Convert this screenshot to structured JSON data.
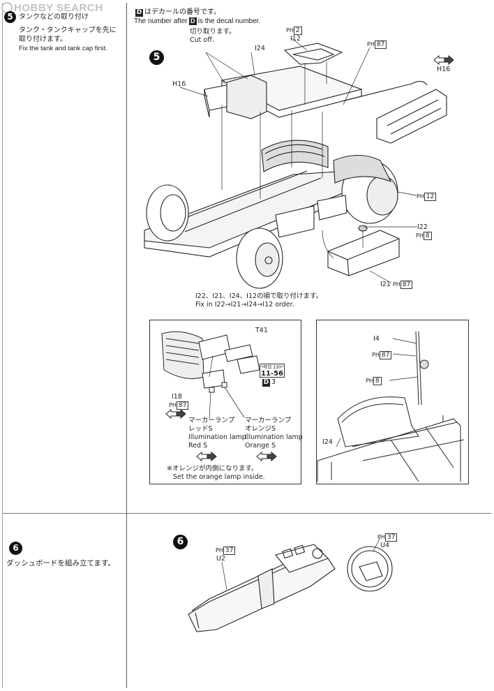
{
  "watermark": {
    "text": "HOBBY SEARCH"
  },
  "sidebar": {
    "step5": {
      "number": "5",
      "jp": "タンクなどの取り付け",
      "jp2": "タンク・タンクキャップを先に\n取り付けます。",
      "en": "Fix the tank and tank cap first."
    },
    "step6": {
      "number": "6",
      "jp": "ダッシュボードを組み立てます。"
    }
  },
  "header_note": {
    "jp_prefix": "はデカールの番号です。",
    "en_prefix": "The number after",
    "en_suffix": "is the decal number.",
    "d_letter": "D"
  },
  "step5_diagram": {
    "badge": "5",
    "cutoff_jp": "切り取ります。",
    "cutoff_en": "Cut off.",
    "labels": {
      "i24": "I24",
      "i12": "I12",
      "h16_left": "H16",
      "h16_right": "H16",
      "ph2": "2",
      "ph87_top": "87",
      "ph12": "12",
      "i22": "I22",
      "ph8": "8",
      "i21": "I21",
      "ph87_bottom": "87"
    },
    "order_jp": "I22、I21、I24、I12の順で取り付けます。",
    "order_en": "Fix in I22→I21→I24→I12 order."
  },
  "inset_left": {
    "t41": "T41",
    "plate_small": "*旺日 130*",
    "plate_big": "11-56",
    "decal_d": "D",
    "decal_num": "3",
    "i18": "I18",
    "ph87": "87",
    "red_jp1": "マーカーランプ",
    "red_jp2": "レッドS",
    "red_en1": "Illumination lamp",
    "red_en2": "Red S",
    "orange_jp1": "マーカーランプ",
    "orange_jp2": "オレンジS",
    "orange_en1": "Illumination lamp",
    "orange_en2": "Orange S",
    "note_jp": "※オレンジが内側になります。",
    "note_en": "Set the orange lamp inside."
  },
  "inset_right": {
    "i4": "I4",
    "ph87": "87",
    "ph8": "8",
    "i24": "I24"
  },
  "step6_diagram": {
    "badge": "6",
    "ph37_left": "37",
    "u2": "U2",
    "ph37_right": "37",
    "u4": "U4"
  },
  "ph_prefix": "PH"
}
